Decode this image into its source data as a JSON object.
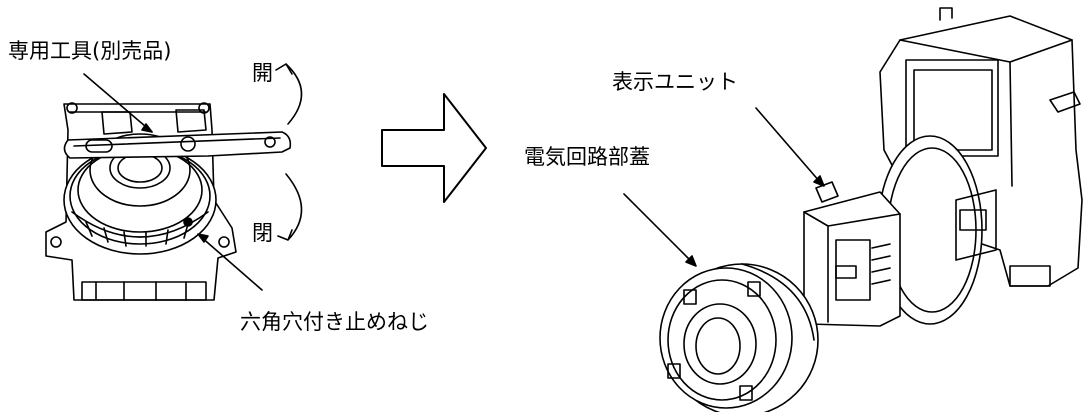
{
  "labels": {
    "tool": "専用工具(別売品)",
    "open": "開",
    "close": "閉",
    "setscrew": "六角穴付き止めねじ",
    "display_unit": "表示ユニット",
    "cover": "電気回路部蓋"
  }
}
